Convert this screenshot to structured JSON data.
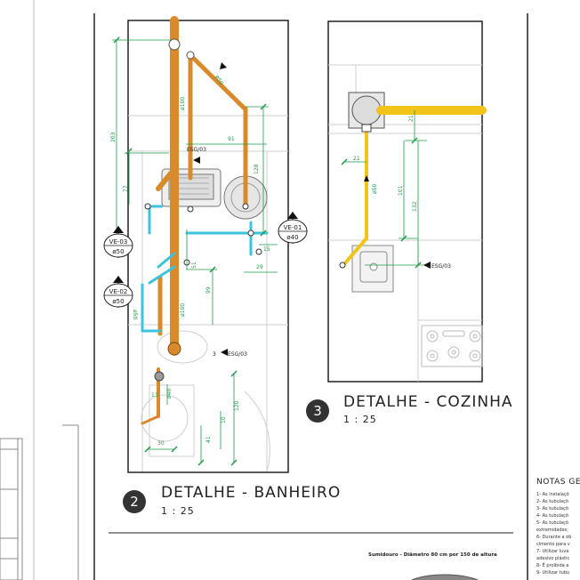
{
  "detail_bathroom": {
    "number": "2",
    "title": "DETALHE - BANHEIRO",
    "scale": "1 : 25",
    "dimensions": [
      "203",
      "77",
      "91",
      "128",
      "15",
      "29",
      "51",
      "99",
      "13",
      "120",
      "30",
      "41",
      "10"
    ],
    "pipe_labels": [
      "ø100",
      "ø50",
      "ø50",
      "ø100",
      "ø40"
    ],
    "tags": [
      {
        "id": "VE-03",
        "dia": "ø50"
      },
      {
        "id": "VE-02",
        "dia": "ø50"
      },
      {
        "id": "VE-01",
        "dia": "ø40"
      }
    ],
    "esg_labels": [
      "ESG/03",
      "ESG/03"
    ],
    "marker": "3"
  },
  "detail_kitchen": {
    "number": "3",
    "title": "DETALHE - COZINHA",
    "scale": "1 : 25",
    "dimensions": [
      "21",
      "21",
      "101",
      "132"
    ],
    "pipe_label": "ø50",
    "esg_label": "ESG/03"
  },
  "notes": {
    "title": "NOTAS GE",
    "items": [
      "1- As instalaçõ",
      "2- As tubulaçõ",
      "3- As tubulaçõ",
      "4- As tubulaçõ",
      "5- As tubulaçõ",
      "extremidades;",
      "6- Durante a ob",
      "cimento para v",
      "7- Utilizar luva",
      "adesivo plástic",
      "8- É proibida a",
      "9- Utilizar tubu"
    ]
  },
  "sumidouro_label": "Sumidouro - Diâmetro 80 cm por 150 de altura",
  "colors": {
    "pipe_orange": "#d98a2b",
    "pipe_yellow": "#f2c318",
    "pipe_cyan": "#3ec3dc",
    "dimension_green": "#1f9b4a",
    "wall_black": "#222222"
  }
}
